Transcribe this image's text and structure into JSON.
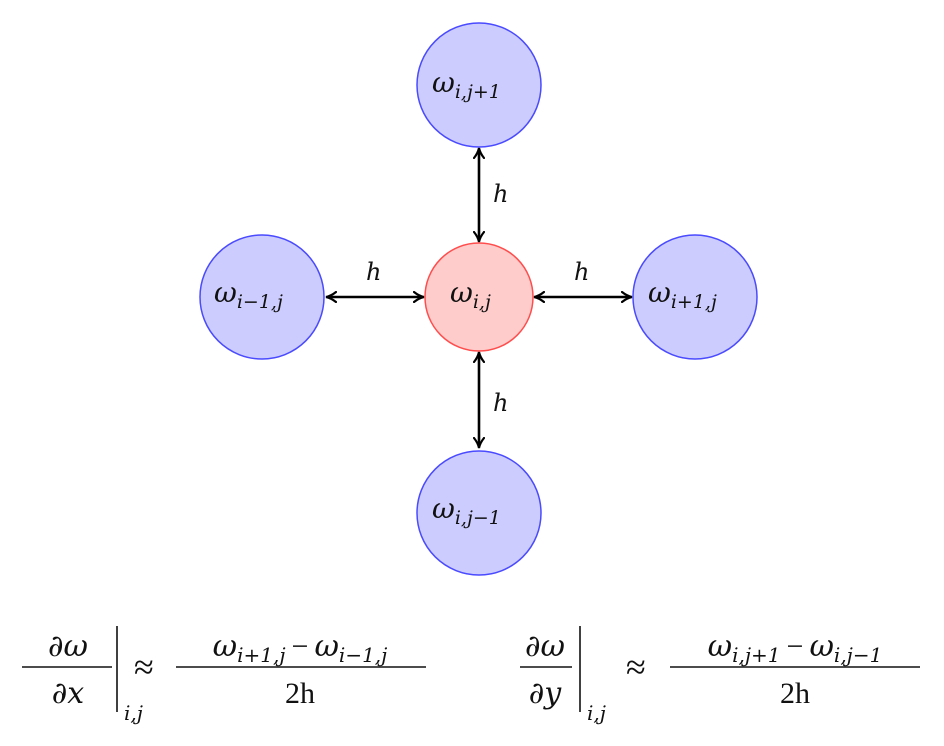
{
  "colors": {
    "neighbor_fill": "#ccccff",
    "neighbor_stroke": "#4a4aff",
    "center_fill": "#ffcccc",
    "center_stroke": "#ff4d4d",
    "arrow": "#000000"
  },
  "nodes": {
    "top": {
      "base": "ω",
      "sub": "i,j+1"
    },
    "left": {
      "base": "ω",
      "sub": "i−1,j"
    },
    "center": {
      "base": "ω",
      "sub": "i,j"
    },
    "right": {
      "base": "ω",
      "sub": "i+1,j"
    },
    "bottom": {
      "base": "ω",
      "sub": "i,j−1"
    }
  },
  "spacing_label": "h",
  "equations": {
    "dx": {
      "lhs_num": "∂ω",
      "lhs_den": "∂x",
      "eval_sub": "i,j",
      "approx": "≈",
      "rhs_num_a": "ω",
      "rhs_num_a_sub": "i+1,j",
      "minus": "−",
      "rhs_num_b": "ω",
      "rhs_num_b_sub": "i−1,j",
      "rhs_den": "2h"
    },
    "dy": {
      "lhs_num": "∂ω",
      "lhs_den": "∂y",
      "eval_sub": "i,j",
      "approx": "≈",
      "rhs_num_a": "ω",
      "rhs_num_a_sub": "i,j+1",
      "minus": "−",
      "rhs_num_b": "ω",
      "rhs_num_b_sub": "i,j−1",
      "rhs_den": "2h"
    }
  }
}
